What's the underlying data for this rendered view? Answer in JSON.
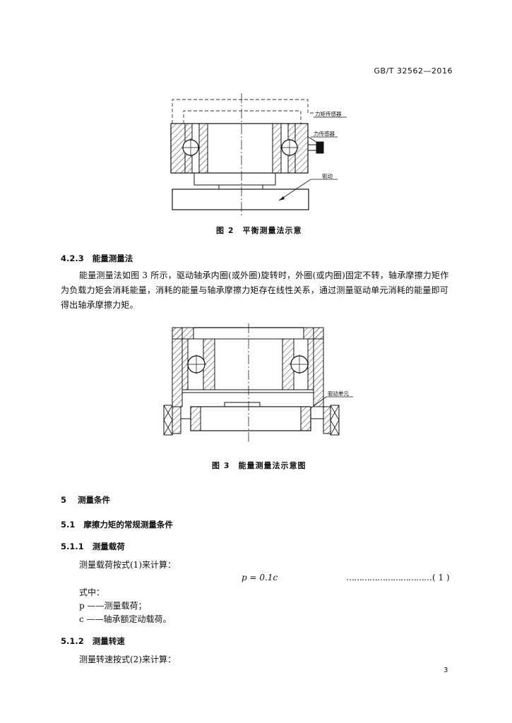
{
  "header": {
    "standard_number": "GB/T 32562—2016"
  },
  "figure2": {
    "label_force_sensor_top": "力矩传感器",
    "label_force_sensor": "力传感器",
    "label_drive": "驱动",
    "caption": "图 2　平衡测量法示意"
  },
  "section_4_2_3": {
    "number": "4.2.3",
    "title": "能量测量法",
    "paragraph": "能量测量法如图 3 所示，驱动轴承内圈(或外圈)旋转时，外圈(或内圈)固定不转，轴承摩擦力矩作为负载力矩会消耗能量，消耗的能量与轴承摩擦力矩存在线性关系，通过测量驱动单元消耗的能量即可得出轴承摩擦力矩。"
  },
  "figure3": {
    "label_drive_unit": "驱动单元",
    "caption": "图 3　能量测量法示意图"
  },
  "section_5": {
    "number": "5",
    "title": "测量条件"
  },
  "section_5_1": {
    "number": "5.1",
    "title": "摩擦力矩的常规测量条件"
  },
  "section_5_1_1": {
    "number": "5.1.1",
    "title": "测量载荷",
    "intro": "测量载荷按式(1)来计算：",
    "formula": "p = 0.1c",
    "leader": "……………………………",
    "eq_number": "( 1 )",
    "where": "式中：",
    "var_p": "p ——测量载荷；",
    "var_c": "c ——轴承额定动载荷。"
  },
  "section_5_1_2": {
    "number": "5.1.2",
    "title": "测量转速",
    "intro": "测量转速按式(2)来计算："
  },
  "footer": {
    "page_number": "3"
  }
}
